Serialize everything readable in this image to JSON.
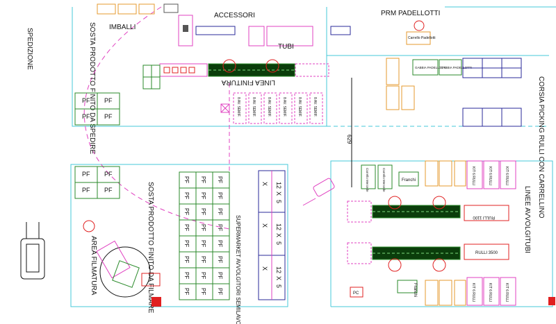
{
  "labels": {
    "spedizione": "SPEDIZIONE",
    "imballi": "IMBALLI",
    "accessori": "ACCESSORI",
    "tubi": "TUBI",
    "prm_padellotti": "PRM PADELLOTTI",
    "carrello_padellotti": "Carrello Padellotti",
    "linea_finitura": "LINEA FINITURA",
    "sosta_top": "SOSTA PRODOTTO FINITO DA SPEDIRE",
    "sosta_bottom": "SOSTA PRODOTTO FINITO DA FILMARE",
    "area_filmatura": "AREA FILMATURA",
    "supermarket": "SUPERMARKET AVVOLGITORI SEMILAVORATI",
    "corsia": "CORSIA PICKING RULLI CON CARRELLINO",
    "linee_avvolgitubi": "LINEE AVVOLGITUBI",
    "dimension_629": "629",
    "gabbia_padellotti": "GABBIA PADELLOTTI",
    "carrello_mercede": "Carrello Mercede",
    "franchi": "Franchi",
    "kit_rulli": "KIT 6 RULLI",
    "rulli_1100": "RULLI 1100",
    "rulli_3500": "RULLI 3500",
    "pc": "PC",
    "sav_semif": "8 AV. SEMIF.",
    "x_label": "X",
    "twelve": "12",
    "five": "5"
  },
  "pf_label": "PF",
  "colors": {
    "cyan_wall": "#44c8d8",
    "magenta": "#e040c0",
    "green": "#2a8a2a",
    "orange": "#e69a2e",
    "navy": "#2a2a9a",
    "red": "#e02020"
  }
}
